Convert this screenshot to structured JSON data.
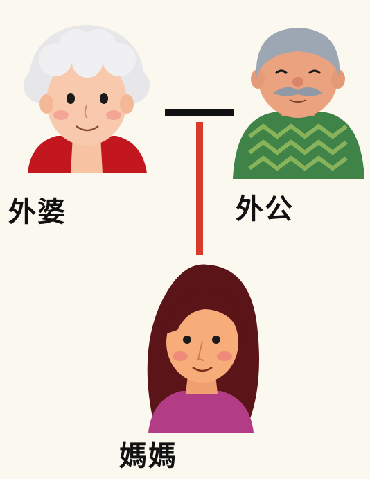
{
  "family_tree": {
    "grandmother": {
      "label": "外婆",
      "icon": "grandmother-avatar"
    },
    "grandfather": {
      "label": "外公",
      "icon": "grandfather-avatar"
    },
    "mother": {
      "label": "媽媽",
      "icon": "mother-avatar"
    }
  },
  "colors": {
    "background": "#fbf8ef",
    "marriage_line": "#111111",
    "descent_line": "#d83b2b"
  }
}
